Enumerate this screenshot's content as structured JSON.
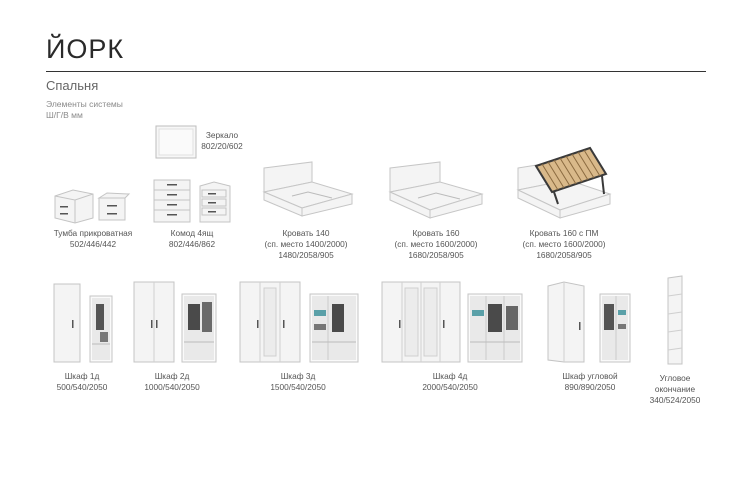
{
  "header": {
    "title": "ЙОРК",
    "subtitle": "Спальня",
    "note_line1": "Элементы системы",
    "note_line2": "Ш/Г/В мм"
  },
  "items": {
    "mirror": {
      "name": "Зеркало",
      "dims": "802/20/602"
    },
    "nightstand": {
      "name": "Тумба прикроватная",
      "dims": "502/446/442"
    },
    "dresser": {
      "name": "Комод 4ящ",
      "dims": "802/446/862"
    },
    "bed140": {
      "name": "Кровать 140",
      "sleep": "(сп. место 1400/2000)",
      "dims": "1480/2058/905"
    },
    "bed160": {
      "name": "Кровать 160",
      "sleep": "(сп. место 1600/2000)",
      "dims": "1680/2058/905"
    },
    "bed160pm": {
      "name": "Кровать 160 с ПМ",
      "sleep": "(сп. место 1600/2000)",
      "dims": "1680/2058/905"
    },
    "wardrobe1": {
      "name": "Шкаф 1д",
      "dims": "500/540/2050"
    },
    "wardrobe2": {
      "name": "Шкаф 2д",
      "dims": "1000/540/2050"
    },
    "wardrobe3": {
      "name": "Шкаф 3д",
      "dims": "1500/540/2050"
    },
    "wardrobe4": {
      "name": "Шкаф 4д",
      "dims": "2000/540/2050"
    },
    "corner": {
      "name": "Шкаф угловой",
      "dims": "890/890/2050"
    },
    "corner_end": {
      "name": "Угловое",
      "name2": "окончание",
      "dims": "340/524/2050"
    }
  },
  "colors": {
    "furniture": "#f4f4f4",
    "edge": "#c9c9c9",
    "dark": "#3a3a3a",
    "rule": "#333333"
  }
}
